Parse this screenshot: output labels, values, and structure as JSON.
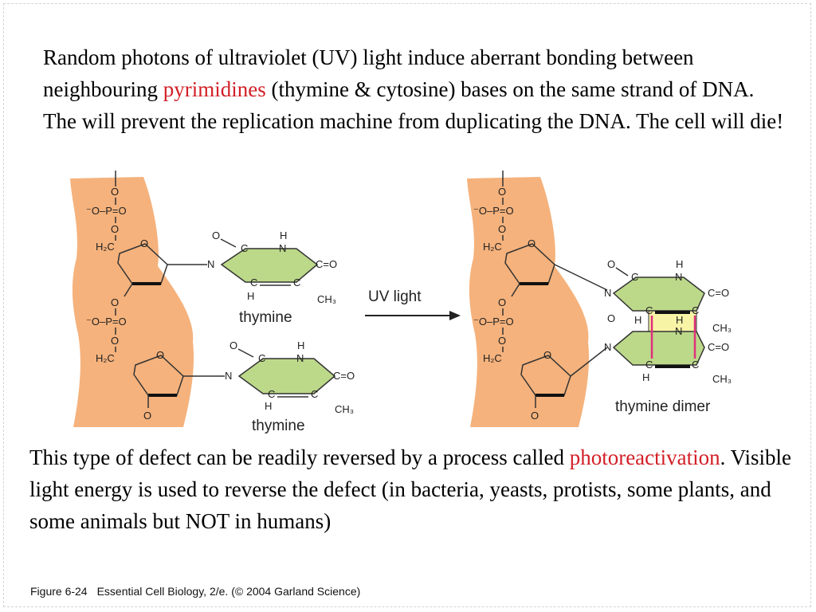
{
  "paragraph1": {
    "before": "Random photons of ultraviolet (UV) light induce aberrant bonding between neighbouring ",
    "highlight": "pyrimidines",
    "after": " (thymine & cytosine) bases on the same strand of DNA. The will prevent the replication machine from duplicating the DNA. The cell will die!"
  },
  "diagram": {
    "arrow_label": "UV light",
    "left_base_label_top": "thymine",
    "left_base_label_bottom": "thymine",
    "dimer_label": "thymine dimer",
    "atoms": {
      "o": "O",
      "p_group": "⁻O–P=O",
      "ch2": "H₂C",
      "c": "C",
      "n": "N",
      "h": "H",
      "co": "C=O",
      "ch3": "CH₃"
    },
    "colors": {
      "backbone": "#f5b27c",
      "base_ring": "#bcd98a",
      "dimer_box": "#f7f4a6",
      "dimer_bond": "#e0307a",
      "accent_text": "#d21f27"
    }
  },
  "paragraph2": {
    "before": "This type of defect can be readily reversed by a process called ",
    "highlight": "photoreactivation",
    "after": ". Visible light energy is used to reverse the defect (in bacteria, yeasts, protists, some plants, and some animals but NOT in humans)"
  },
  "caption": {
    "figure_number": "Figure 6-24",
    "source": "Essential Cell Biology, 2/e. (© 2004 Garland Science)"
  }
}
